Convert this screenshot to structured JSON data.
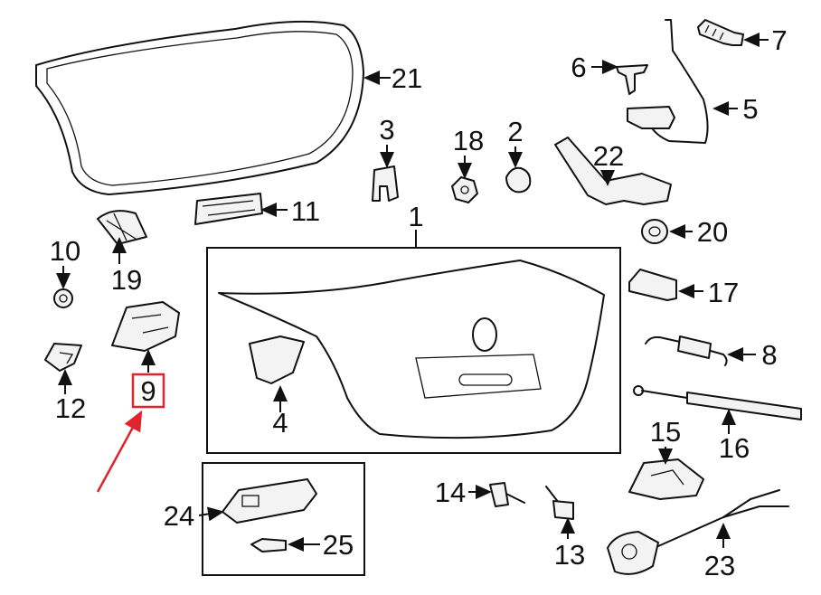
{
  "callouts": [
    {
      "id": "c1",
      "text": "1"
    },
    {
      "id": "c2",
      "text": "2"
    },
    {
      "id": "c3",
      "text": "3"
    },
    {
      "id": "c4",
      "text": "4"
    },
    {
      "id": "c5",
      "text": "5"
    },
    {
      "id": "c6",
      "text": "6"
    },
    {
      "id": "c7",
      "text": "7"
    },
    {
      "id": "c8",
      "text": "8"
    },
    {
      "id": "c9",
      "text": "9"
    },
    {
      "id": "c10",
      "text": "10"
    },
    {
      "id": "c11",
      "text": "11"
    },
    {
      "id": "c12",
      "text": "12"
    },
    {
      "id": "c13",
      "text": "13"
    },
    {
      "id": "c14",
      "text": "14"
    },
    {
      "id": "c15",
      "text": "15"
    },
    {
      "id": "c16",
      "text": "16"
    },
    {
      "id": "c17",
      "text": "17"
    },
    {
      "id": "c18",
      "text": "18"
    },
    {
      "id": "c19",
      "text": "19"
    },
    {
      "id": "c20",
      "text": "20"
    },
    {
      "id": "c21",
      "text": "21"
    },
    {
      "id": "c22",
      "text": "22"
    },
    {
      "id": "c23",
      "text": "23"
    },
    {
      "id": "c24",
      "text": "24"
    },
    {
      "id": "c25",
      "text": "25"
    }
  ],
  "highlight": {
    "callout": "9",
    "color": "#e0242b"
  },
  "colors": {
    "line": "#111111",
    "highlight": "#e0242b",
    "background": "#ffffff"
  }
}
